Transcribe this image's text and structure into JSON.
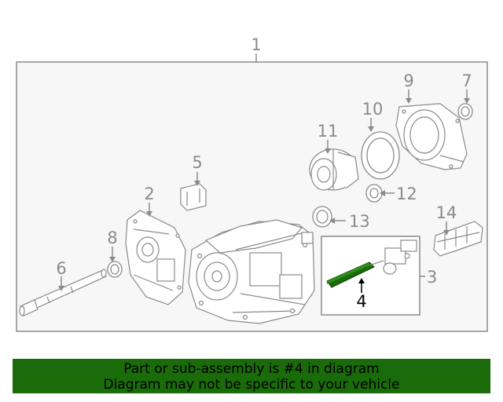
{
  "callouts": {
    "c1": "1",
    "c2": "2",
    "c3": "3",
    "c4": "4",
    "c5": "5",
    "c6": "6",
    "c7": "7",
    "c8": "8",
    "c9": "9",
    "c10": "10",
    "c11": "11",
    "c12": "12",
    "c13": "13",
    "c14": "14"
  },
  "highlighted_part": "4",
  "banner": {
    "line1": "Part or sub-assembly is #4 in diagram",
    "line2": "Diagram may not be specific to your vehicle"
  },
  "colors": {
    "line_art": "#8a8a8a",
    "highlight": "#1a6b0a",
    "banner_bg": "#1a6b0a",
    "panel_bg": "#f7f7f7"
  }
}
